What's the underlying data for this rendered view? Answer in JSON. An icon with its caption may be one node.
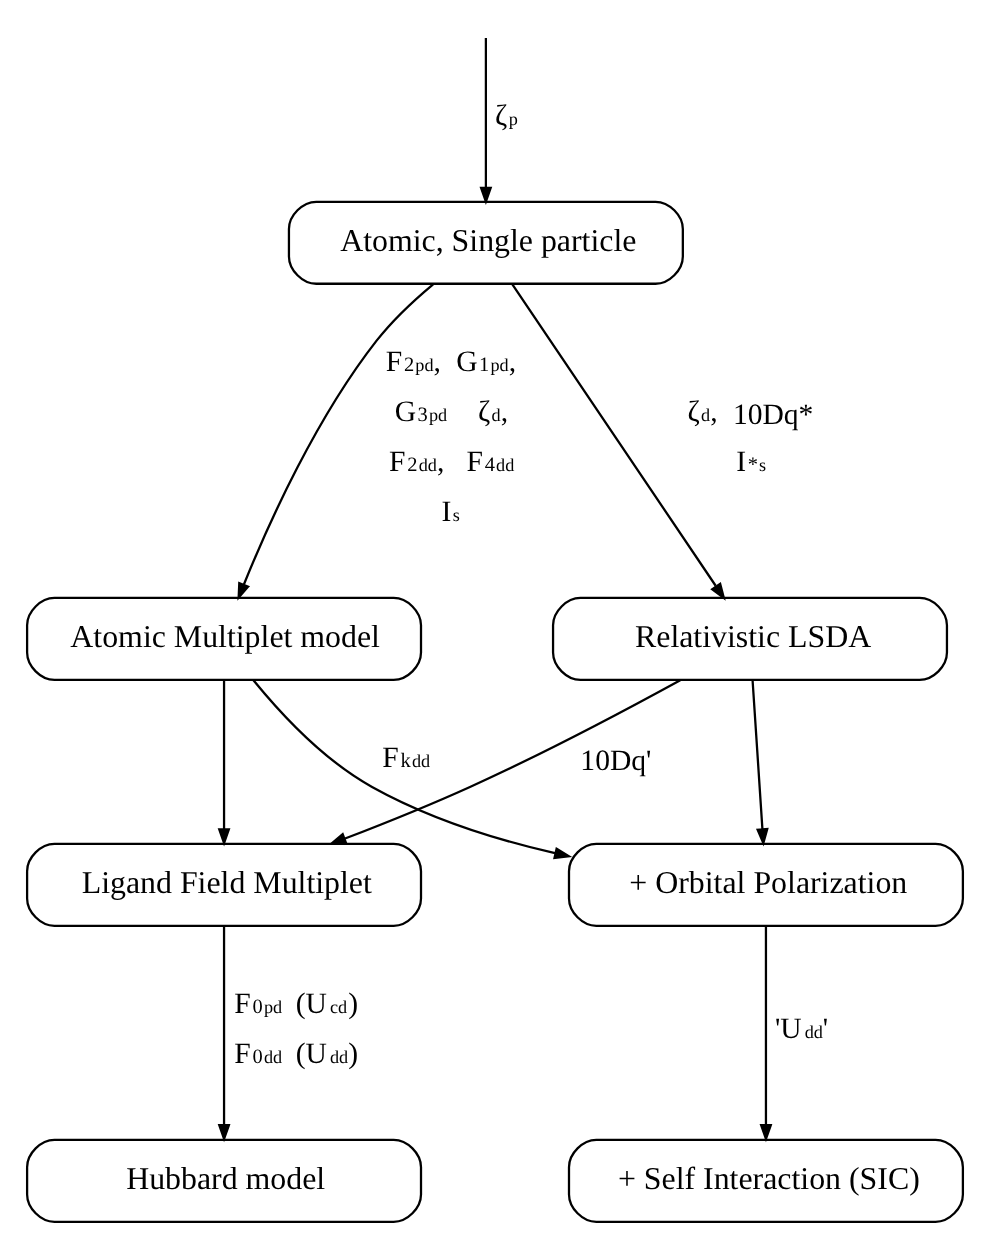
{
  "diagram": {
    "nodes": [
      {
        "text": [
          "Atomic, Single particle"
        ]
      },
      {
        "text": [
          "Atomic Multiplet model"
        ]
      },
      {
        "text": [
          "Relativistic LSDA"
        ]
      },
      {
        "text": [
          "Ligand Field Multiplet"
        ]
      },
      {
        "text": [
          "+ Orbital Polarization"
        ]
      },
      {
        "text": [
          "Hubbard model"
        ]
      },
      {
        "text": [
          "+ Self Interaction (SIC)"
        ]
      }
    ],
    "edges": [
      {
        "from": null,
        "to": 0,
        "arrow": "to",
        "label": "ζ$_{p}$"
      },
      {
        "from": 0,
        "to": 1,
        "arrow": "to",
        "label": "F$^{2}$$_{pd}$, G$^{1}$$_{pd}$, G$^{3}$$_{pd}$ ζ$_{d}$, F$^{2}$$_{dd}$, F$^{4}$$_{dd}$ I$_{s}$"
      },
      {
        "from": 0,
        "to": 2,
        "arrow": "to",
        "label": "ζ$_{d}$, 10Dq* I$^{*}$$_{s}$"
      },
      {
        "from": 1,
        "to": 3,
        "arrow": "to"
      },
      {
        "from": 1,
        "to": 4,
        "arrow": "to",
        "label": "F$^{k}$$_{dd}$"
      },
      {
        "from": 2,
        "to": 3,
        "arrow": "to",
        "label": "10Dq'"
      },
      {
        "from": 2,
        "to": 4,
        "arrow": "to"
      },
      {
        "from": 3,
        "to": 5,
        "arrow": "to",
        "label": "F$^{0}$$_{pd}$ (U$_{cd}$) F$^{0}$$_{dd}$ (U$_{dd}$)"
      },
      {
        "from": 4,
        "to": 6,
        "arrow": "to",
        "label": "'U$_{dd}$'"
      }
    ]
  }
}
